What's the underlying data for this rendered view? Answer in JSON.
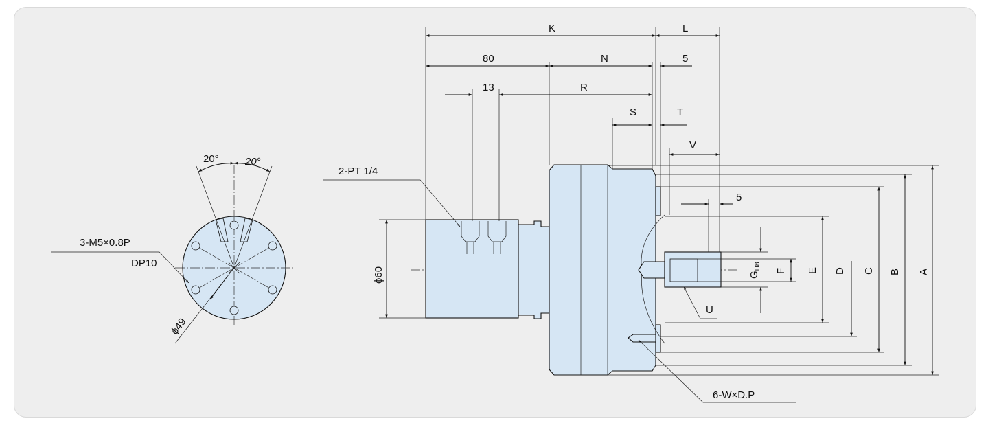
{
  "colors": {
    "background": "#eeeeee",
    "part_fill": "#d6e6f4",
    "line": "#111111"
  },
  "front_view": {
    "angle_left": "20°",
    "angle_right": "20°",
    "thread_callout": "3-M5×0.8P",
    "depth_callout": "DP10",
    "diameter": "ϕ49"
  },
  "side_view": {
    "dim_K": "K",
    "dim_L": "L",
    "dim_80": "80",
    "dim_N": "N",
    "dim_5_top": "5",
    "dim_13": "13",
    "dim_R": "R",
    "dim_S": "S",
    "dim_T": "T",
    "dim_V": "V",
    "dim_5_shaft": "5",
    "port_callout": "2-PT 1/4",
    "diameter_60": "ϕ60",
    "dim_G": "G",
    "dim_G_sub": "H8",
    "dim_F": "F",
    "dim_E": "E",
    "dim_D": "D",
    "dim_C": "C",
    "dim_B": "B",
    "dim_A": "A",
    "dim_U": "U",
    "hole_callout": "6-W×D.P"
  }
}
